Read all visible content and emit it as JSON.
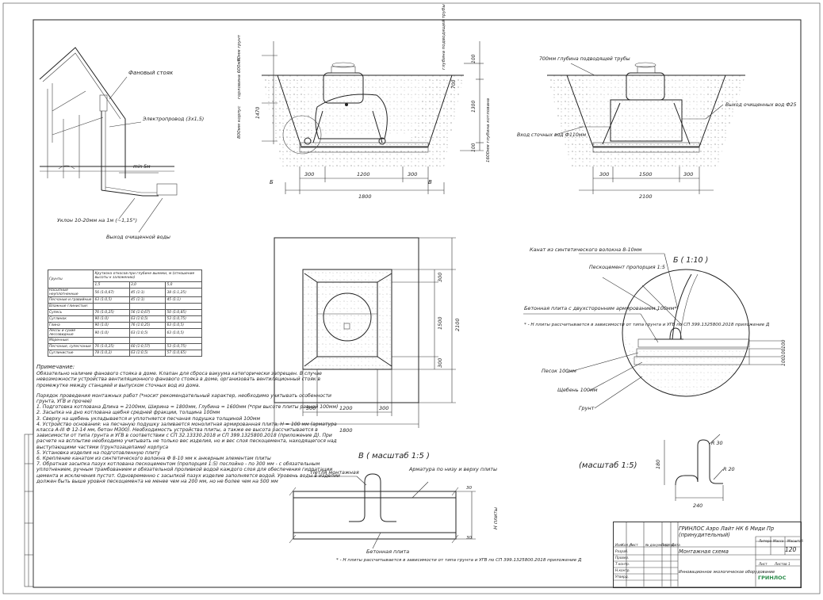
{
  "drawing": {
    "roof": {
      "vent_label": "Фановый стояк",
      "power_label": "Электропровод (3x1,5)",
      "min_label": "min 5м",
      "slope_label": "Уклон 10-20мм на 1м (~1,15°)",
      "outlet_label": "Выход очищенной воды"
    },
    "section_main": {
      "dims_top": [
        "70мм",
        "грунт",
        "600мм",
        "700",
        "1300",
        "1470",
        "800мм",
        "100",
        "1600мм глубина котлована"
      ],
      "labels": {
        "ground": "70мм грунт",
        "neck": "горловина 600мм",
        "body": "800мм корпус",
        "depth": "глубина подводящей трубы",
        "pit": "1600мм глубина котлована"
      },
      "dims_bottom": [
        "300",
        "1200",
        "300"
      ],
      "dim_total": "1800",
      "marker_b": "Б",
      "marker_v": "В"
    },
    "section_right": {
      "inlet_depth": "700мм глубина подводящей трубы",
      "inlet": "Вход сточных вод Ф110мм",
      "outlet": "Выход очищенных вод Ф25",
      "dims_bottom": [
        "300",
        "1500",
        "300"
      ],
      "dim_total": "2100"
    },
    "plan": {
      "dims_bottom": [
        "300",
        "1200",
        "300"
      ],
      "dim_total": "1800",
      "dims_side": [
        "300",
        "1500",
        "300"
      ],
      "dim_side_total": "2100"
    },
    "detail_b": {
      "title": "Б ( 1:10 )",
      "rope": "Канат из синтетического волокна 8-10мм",
      "cement": "Пескоцемент пропорция 1:5",
      "slab": "Бетонная плита с двухсторонним армированием 100мм*",
      "slab_note": "* - Н плиты рассчитывается в зависимости от типа грунта и УГВ по СП 399.1325800.2018 приложение Д",
      "sand": "Песок 100мм",
      "gravel": "Щебень 100мм",
      "soil": "Грунт",
      "layer_dims": [
        "100",
        "100",
        "100"
      ]
    },
    "detail_v": {
      "title": "В ( масштаб 1:5 )",
      "loop": "Петля монтажная",
      "rebar": "Арматура по низу и верху плиты",
      "slab": "Бетонная плита",
      "height": "Н плиты",
      "dims": [
        "30",
        "30"
      ],
      "note": "* - Н плиты рассчитывается в зависимости от типа грунта и УГВ по СП 399.1325800.2018 приложение Д"
    },
    "hook": {
      "title": "(масштаб 1:5)",
      "r1": "R 30",
      "r2": "R 20",
      "height": "180",
      "width": "240"
    }
  },
  "soil_table": {
    "headers": [
      "Грунты",
      "Крутизна откосов при глубине выемки, м (отношение высоты к заложению)"
    ],
    "subheaders": [
      "1,5",
      "3,0",
      "5,0"
    ],
    "rows": [
      [
        "Насыпные неуплотненные",
        "56 (1:0,67)",
        "45 (1:1)",
        "38 (1:1,25)"
      ],
      [
        "Песчаные и гравийные",
        "63 (1:0,5)",
        "45 (1:1)",
        "45 (1:1)"
      ],
      [
        "Влажные глинистые:",
        "",
        "",
        ""
      ],
      [
        "Супесь",
        "76 (1:0,25)",
        "56 (1:0,67)",
        "50 (1:0,85)"
      ],
      [
        "Суглинок",
        "90 (1:0)",
        "63 (1:0,5)",
        "53 (1:0,75)"
      ],
      [
        "Глина",
        "90 (1:0)",
        "76 (1:0,25)",
        "63 (1:0,5)"
      ],
      [
        "Лессы и сухие лессовидные",
        "90 (1:0)",
        "63 (1:0,5)",
        "63 (1:0,5)"
      ],
      [
        "Моренные:",
        "",
        "",
        ""
      ],
      [
        "Песчаные, супесчаные",
        "76 (1:0,25)",
        "60 (1:0,57)",
        "53 (1:0,75)"
      ],
      [
        "Суглинистые",
        "78 (1:0,2)",
        "63 (1:0,5)",
        "57 (1:0,65)"
      ]
    ]
  },
  "notes": {
    "heading": "Примечание:",
    "intro": "Обязательно наличие фанового стояка в доме. Клапан для сброса вакуума категорически запрещен. В случае невозможности устройства вентиляционного фанового стояка в доме, организовать вентиляционный стояк в промежутке между станцией и выпуском сточных вод из дома.",
    "order_heading": "Порядок проведения монтажных работ (*носит рекомендательный характер, необходимо учитывать особенности грунта, УГВ и прочее)",
    "steps": [
      "1. Подготовка котлована Длина = 2100мм, Ширина = 1800мм, Глубина = 1600мм (*при высоте плиты равной 100мм)",
      "2. Засыпка на дно котлована щебня средней фракции, толщина 100мм",
      "3. Сверху на щебень укладывается и уплотняется песчаная подушка толщиной 100мм",
      "4. Устройство основания: на песчаную подушку заливается монолитная армированная плита, Н = 100 мм (арматура класса А-III Ф 12-14 мм, бетон М300). Необходимость устройства плиты, а также ее высота рассчитывается в зависимости от типа грунта и УГВ в соответствии с СП 32.13330.2018 и СП 399.1325800.2018 (приложение Д). При расчете на всплытие необходимо учитывать не только вес изделия, но и вес слоя пескоцемента, находящегося над выступающими частями (грунтозацепами) корпуса",
      "5. Установка изделия на подготовленную плиту",
      "6. Крепление канатом из синтетического волокна Ф 8-10 мм к анкерным элементам плиты",
      "7. Обратная засыпка пазух котлована пескоцементом (пропорция 1:5) послойно - по 300 мм - с обязательным уплотнением, ручным трамбованием и обязательной проливкой водой каждого слоя для обеспечения гидратации цемента и исключения пустот. Одновременно с засыпкой пазух изделие заполняется водой. Уровень воды в изделии должен быть выше уровня пескоцемента не менее чем на 200 мм, но не более чем на 500 мм"
    ]
  },
  "title_block": {
    "title": "ГРИНЛОС Аэро Лайт НК 6 Миди Пр (принудительный)",
    "name": "Монтажная схема",
    "company": "Инновационное экологическое оборудование",
    "logo": "ГРИНЛОС",
    "sheet": "120",
    "col_litera": "Литера",
    "col_mass": "Масса",
    "col_scale": "Масштаб",
    "sheet_label": "Лист",
    "sheets_label": "Листов 1",
    "row_labels": [
      "Изм.",
      "Кол.уч.",
      "Лист",
      "№ документа",
      "Подпись",
      "Дата",
      "Разраб.",
      "Провер.",
      "Т.контр.",
      "Н.контр.",
      "Утверд."
    ]
  }
}
